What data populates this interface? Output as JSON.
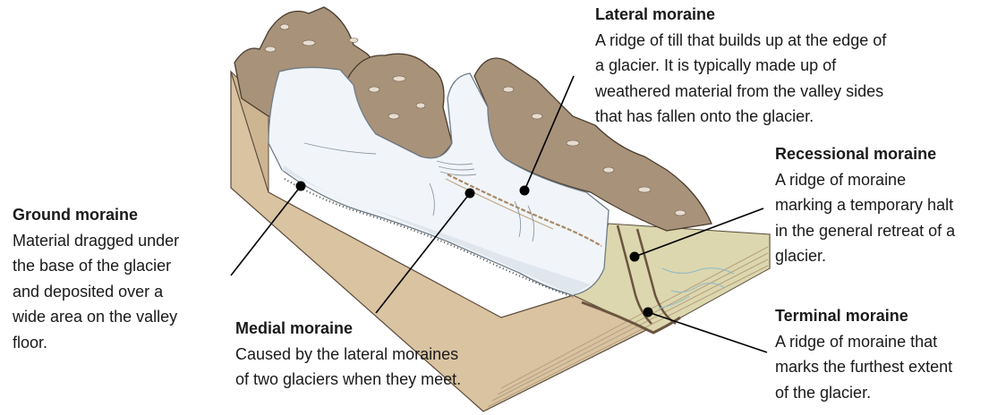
{
  "labels": {
    "lateral": {
      "title": "Lateral moraine",
      "text": "A ridge of till that builds up at the edge of\na glacier. It is typically made up of\nweathered material from the valley sides\nthat has fallen onto the glacier."
    },
    "recessional": {
      "title": "Recessional moraine",
      "text": "A ridge of moraine\nmarking a temporary halt\nin the general retreat of a\nglacier."
    },
    "ground": {
      "title": "Ground moraine",
      "text": "Material dragged under\nthe base of the glacier\nand deposited over a\nwide area on the valley\nfloor."
    },
    "medial": {
      "title": "Medial moraine",
      "text": "Caused by the lateral moraines\nof two glaciers when they meet."
    },
    "terminal": {
      "title": "Terminal moraine",
      "text": "A ridge of moraine that\nmarks the furthest extent\nof the glacier."
    }
  },
  "colors": {
    "ground_side": "#d9c3a1",
    "ground_top": "#e2d0b1",
    "rock": "#a8927a",
    "rock_dark": "#8f7a64",
    "rock_light": "#e6ddd0",
    "ice": "#f1f5f9",
    "ice_shadow": "#dfe6ee",
    "moraine": "#9a8168",
    "outwash": "#dcd7ae",
    "stream": "#8fb9c7",
    "leader": "#000000"
  }
}
